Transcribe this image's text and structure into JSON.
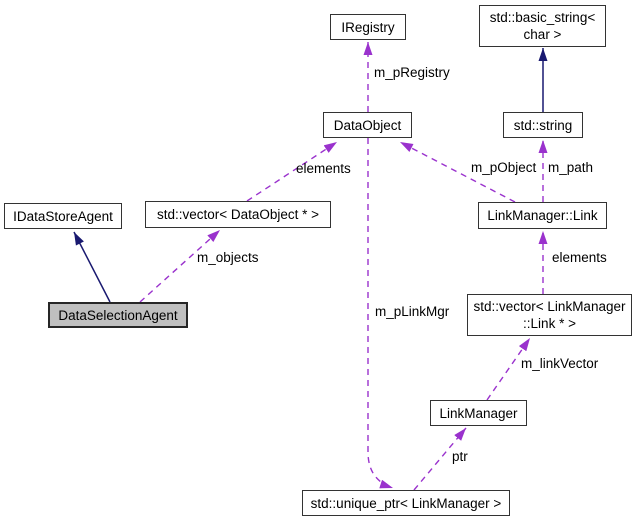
{
  "diagram": {
    "kind": "collaboration-graph",
    "colors": {
      "background": "#ffffff",
      "node_border": "#333333",
      "node_fill": "#ffffff",
      "selected_node_fill": "#bfbfbf",
      "usage_edge": "#9a32cd",
      "inheritance_edge": "#191970",
      "text": "#000000"
    },
    "selected_node": "DataSelectionAgent",
    "nodes": [
      {
        "id": "iregistry",
        "label": "IRegistry"
      },
      {
        "id": "std-basic-string",
        "label": "std::basic_string<\nchar >"
      },
      {
        "id": "dataobject",
        "label": "DataObject"
      },
      {
        "id": "std-string",
        "label": "std::string"
      },
      {
        "id": "idatastoreagent",
        "label": "IDataStoreAgent"
      },
      {
        "id": "std-vector-dataobject",
        "label": "std::vector< DataObject * >"
      },
      {
        "id": "linkmanager-link",
        "label": "LinkManager::Link"
      },
      {
        "id": "dataselectionagent",
        "label": "DataSelectionAgent"
      },
      {
        "id": "std-vector-linkmanager-link",
        "label": "std::vector< LinkManager\n::Link * >"
      },
      {
        "id": "linkmanager",
        "label": "LinkManager"
      },
      {
        "id": "std-unique-ptr-linkmanager",
        "label": "std::unique_ptr< LinkManager >"
      }
    ],
    "edges": [
      {
        "label": "m_pRegistry",
        "type": "usage",
        "from": "DataObject",
        "to": "IRegistry"
      },
      {
        "label": "m_pObject",
        "type": "usage",
        "from": "LinkManager::Link",
        "to": "DataObject"
      },
      {
        "label": "m_path",
        "type": "usage",
        "from": "LinkManager::Link",
        "to": "std::string"
      },
      {
        "label": "elements",
        "type": "usage",
        "from": "std::vector< DataObject * >",
        "to": "DataObject"
      },
      {
        "label": "m_objects",
        "type": "usage",
        "from": "DataSelectionAgent",
        "to": "std::vector< DataObject * >"
      },
      {
        "label": "elements",
        "type": "usage",
        "from": "std::vector< LinkManager ::Link * >",
        "to": "LinkManager::Link"
      },
      {
        "label": "m_linkVector",
        "type": "usage",
        "from": "LinkManager",
        "to": "std::vector< LinkManager ::Link * >"
      },
      {
        "label": "ptr",
        "type": "usage",
        "from": "std::unique_ptr< LinkManager >",
        "to": "LinkManager"
      },
      {
        "label": "m_pLinkMgr",
        "type": "usage",
        "from": "DataObject",
        "to": "std::unique_ptr< LinkManager >"
      },
      {
        "label": "",
        "type": "inheritance",
        "from": "DataSelectionAgent",
        "to": "IDataStoreAgent"
      },
      {
        "label": "",
        "type": "inheritance",
        "from": "std::string",
        "to": "std::basic_string< char >"
      }
    ]
  }
}
